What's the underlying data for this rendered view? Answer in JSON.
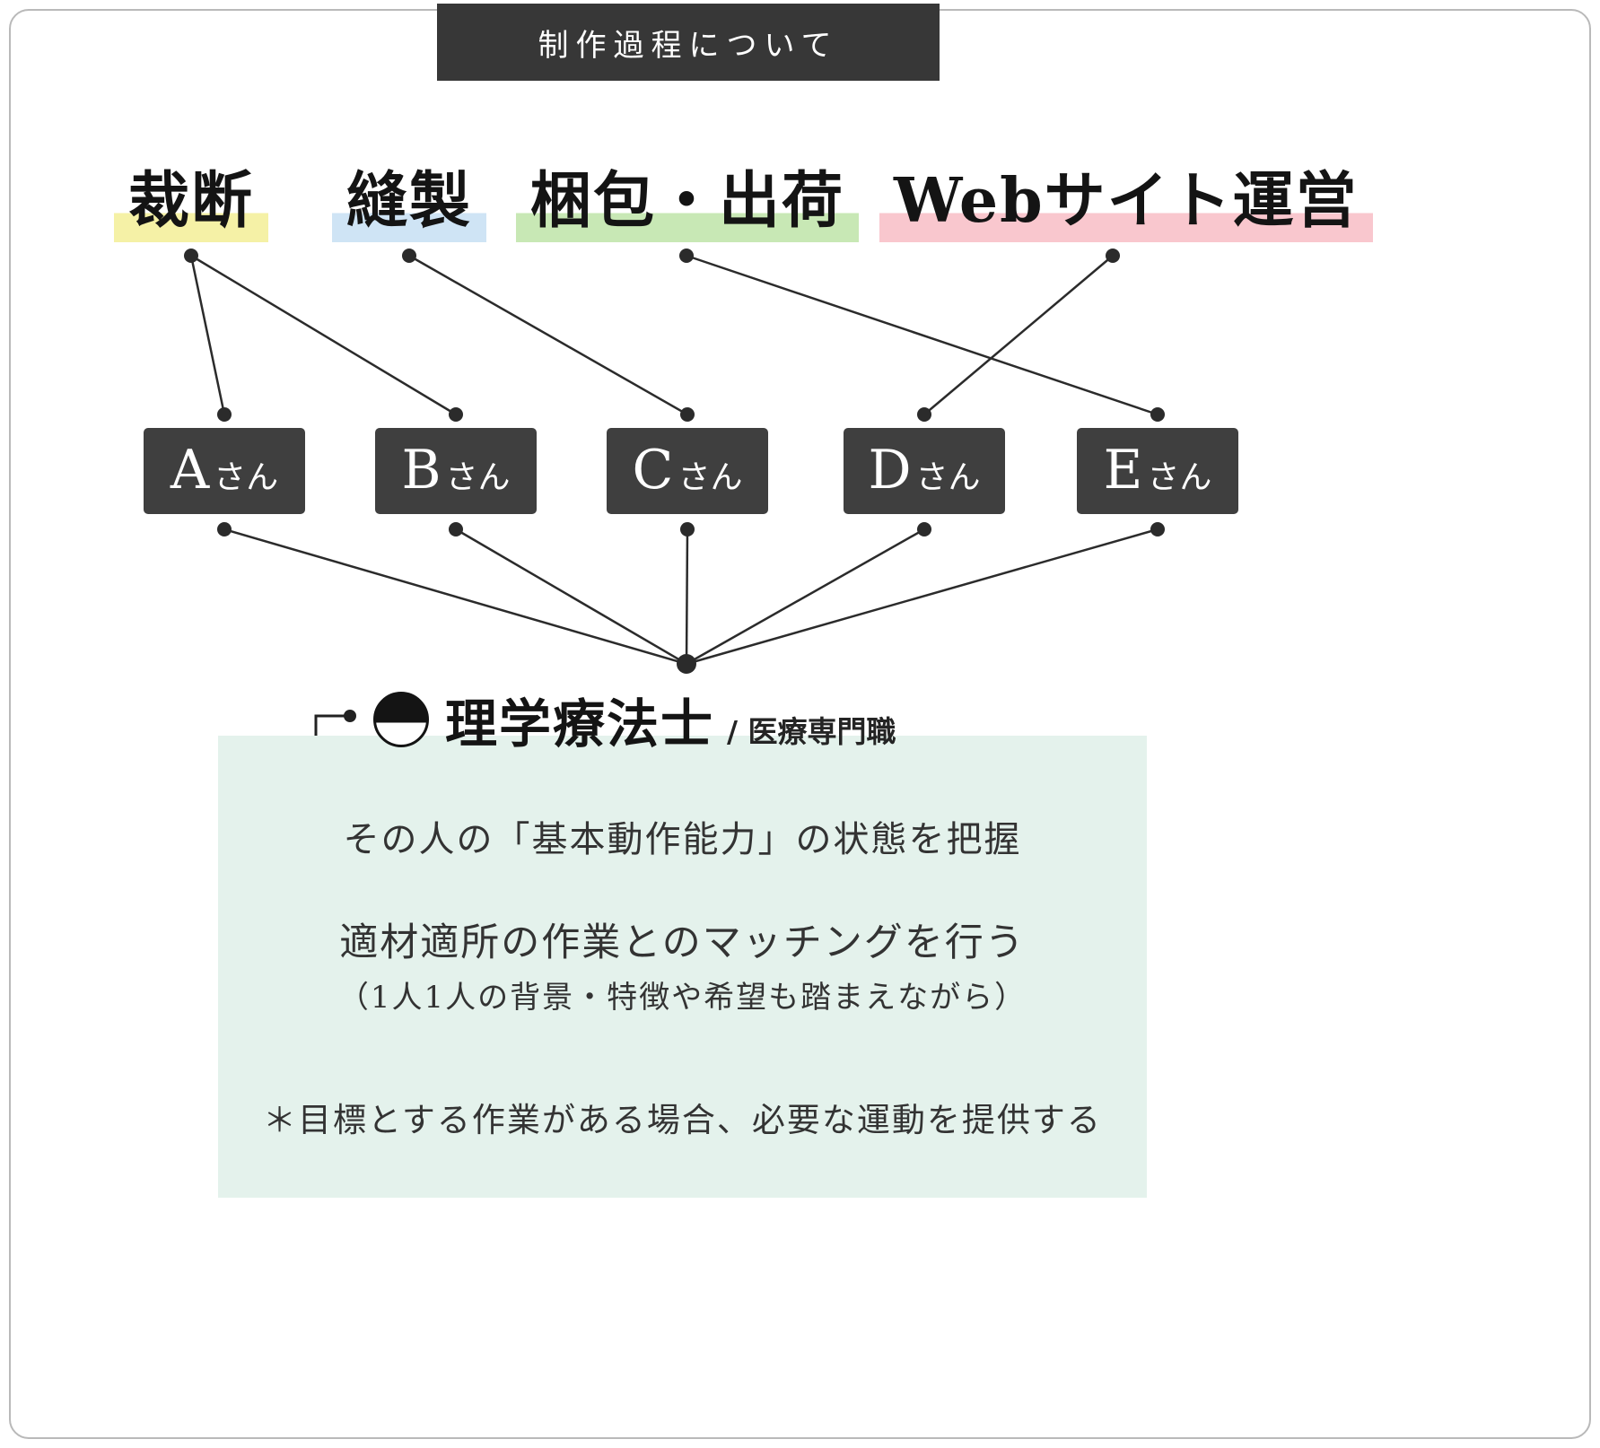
{
  "header": {
    "title": "制作過程について"
  },
  "tasks": [
    {
      "label": "裁断",
      "highlight": "#f5f1a6"
    },
    {
      "label": "縫製",
      "highlight": "#cfe4f5"
    },
    {
      "label": "梱包・出荷",
      "highlight": "#c8e8b5"
    },
    {
      "label": "Webサイト運営",
      "highlight": "#f9c7ce"
    }
  ],
  "workers": [
    {
      "letter": "A",
      "suffix": "さん"
    },
    {
      "letter": "B",
      "suffix": "さん"
    },
    {
      "letter": "C",
      "suffix": "さん"
    },
    {
      "letter": "D",
      "suffix": "さん"
    },
    {
      "letter": "E",
      "suffix": "さん"
    }
  ],
  "connections": {
    "task_to_worker": [
      [
        "裁断",
        "A"
      ],
      [
        "裁断",
        "B"
      ],
      [
        "縫製",
        "C"
      ],
      [
        "梱包・出荷",
        "E"
      ],
      [
        "Webサイト運営",
        "D"
      ]
    ],
    "worker_to_hub": [
      "A",
      "B",
      "C",
      "D",
      "E"
    ]
  },
  "therapist": {
    "icon": "half-circle-icon",
    "title": "理学療法士",
    "subtitle": "/ 医療専門職"
  },
  "notes": {
    "grasp": "その人の「基本動作能力」の状態を把握",
    "matching": "適材適所の作業とのマッチングを行う",
    "matching_sub": "（1人1人の背景・特徴や希望も踏まえながら）",
    "footnote": "＊目標とする作業がある場合、必要な運動を提供する"
  },
  "colors": {
    "box_dark": "#3f3f3f",
    "panel_mint": "#e4f2ec",
    "line": "#2b2b2b",
    "banner_dark": "#373737"
  }
}
